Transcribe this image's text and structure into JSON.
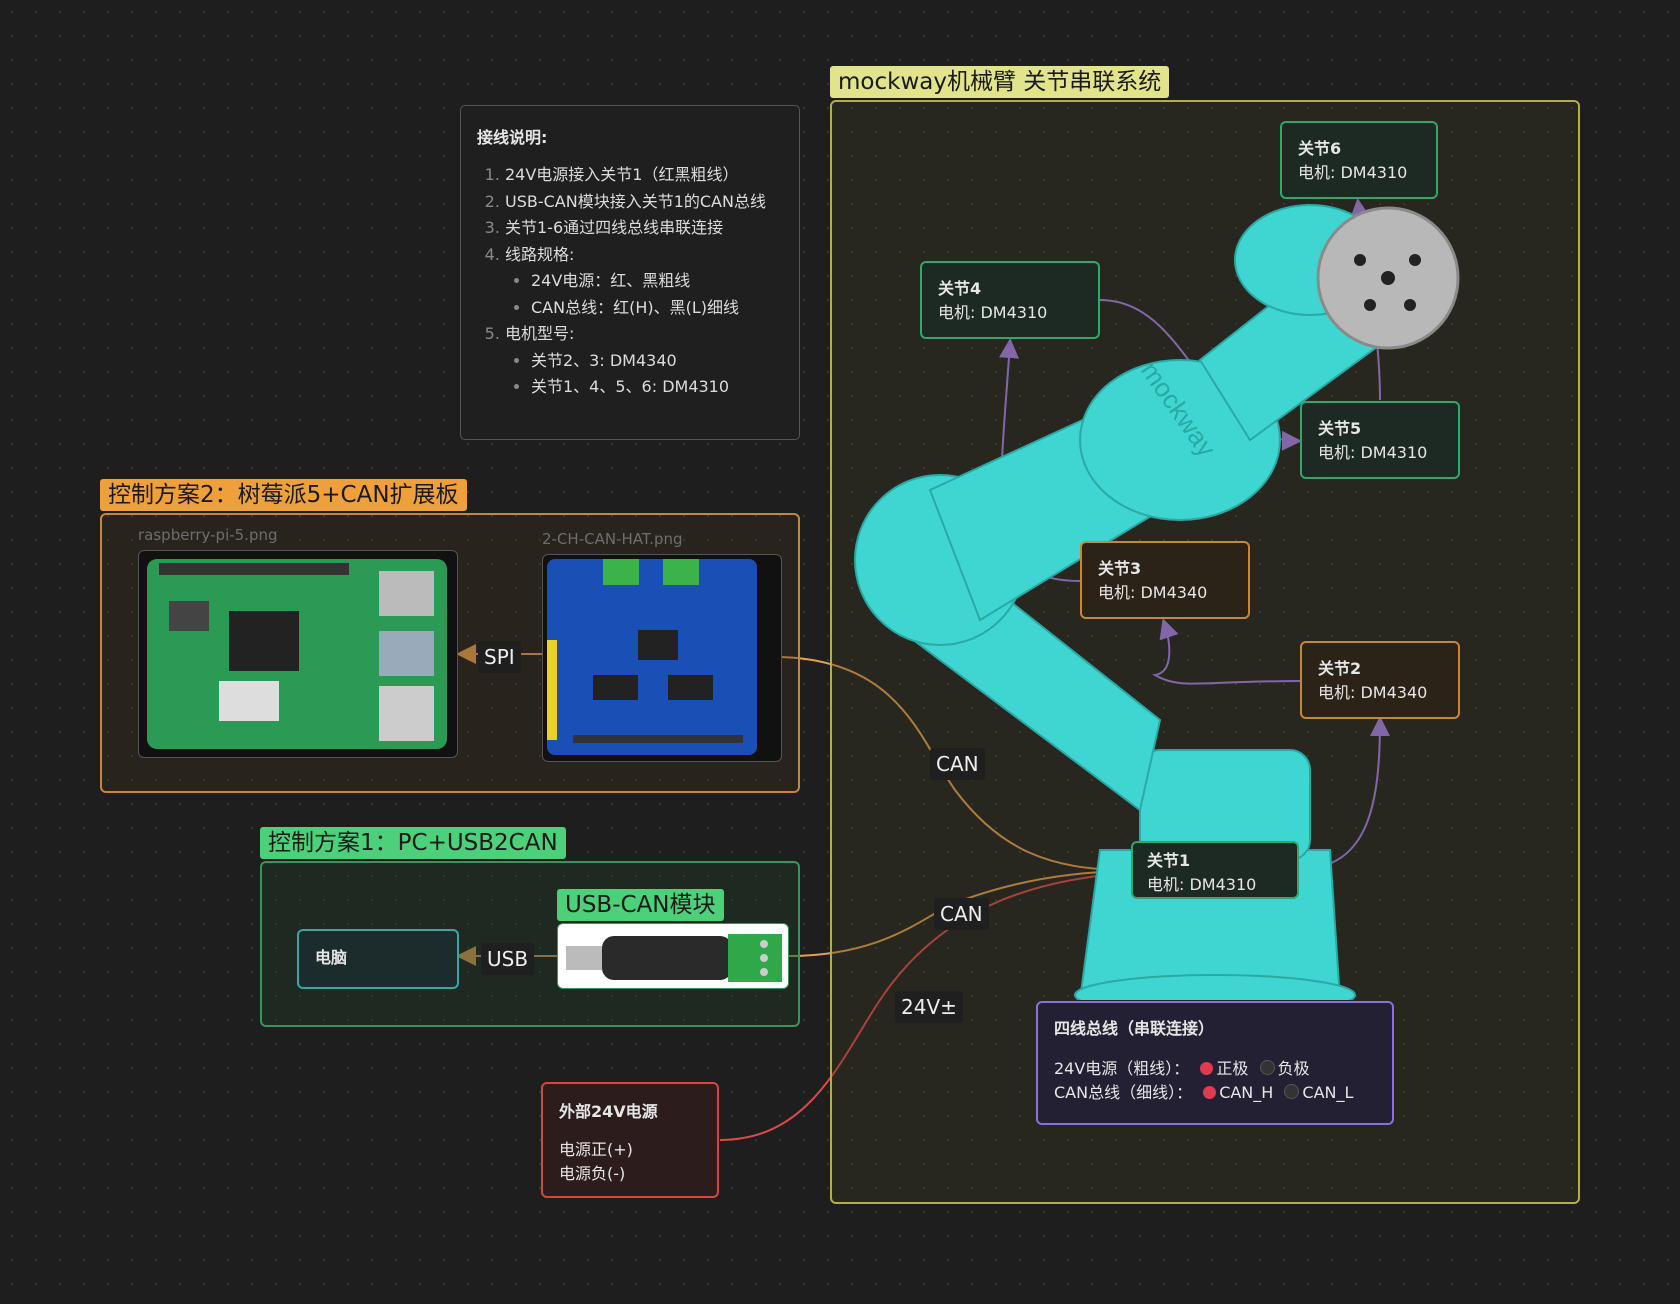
{
  "notes": {
    "title": "接线说明:",
    "items": [
      "24V电源接入关节1（红黑粗线）",
      "USB-CAN模块接入关节1的CAN总线",
      "关节1-6通过四线总线串联连接",
      "线路规格:",
      "电机型号:"
    ],
    "spec_sub": [
      "24V电源：红、黑粗线",
      "CAN总线：红(H)、黑(L)细线"
    ],
    "motor_sub": [
      "关节2、3: DM4340",
      "关节1、4、5、6: DM4310"
    ]
  },
  "groups": {
    "arm": "mockway机械臂 关节串联系统",
    "rpi": "控制方案2：树莓派5+CAN扩展板",
    "pc": "控制方案1：PC+USB2CAN"
  },
  "images": {
    "rpi_file": "raspberry-pi-5.png",
    "hat_file": "2-CH-CAN-HAT.png",
    "arm_logo": "mockway"
  },
  "joints": [
    {
      "name": "关节1",
      "motor": "电机: DM4310"
    },
    {
      "name": "关节2",
      "motor": "电机: DM4340"
    },
    {
      "name": "关节3",
      "motor": "电机: DM4340"
    },
    {
      "name": "关节4",
      "motor": "电机: DM4310"
    },
    {
      "name": "关节5",
      "motor": "电机: DM4310"
    },
    {
      "name": "关节6",
      "motor": "电机: DM4310"
    }
  ],
  "pc": {
    "name": "电脑",
    "usbcan_title": "USB-CAN模块"
  },
  "power": {
    "title": "外部24V电源",
    "pos": "电源正(+)",
    "neg": "电源负(-)"
  },
  "bus": {
    "title": "四线总线（串联连接）",
    "row1_label": "24V电源（粗线）：",
    "row1_a": "正极",
    "row1_b": "负极",
    "row2_label": "CAN总线（细线）：",
    "row2_a": "CAN_H",
    "row2_b": "CAN_L"
  },
  "edge_labels": {
    "spi": "SPI",
    "can1": "CAN",
    "can2": "CAN",
    "usb": "USB",
    "v24": "24V±"
  },
  "colors": {
    "arm_border": "#b5ad45",
    "arm_title_bg": "#e2e48c",
    "rpi_border": "#c88736",
    "rpi_title_bg": "#f0a03a",
    "pc_border": "#2f9a5c",
    "pc_title_bg": "#4cd07a",
    "can_edge": "#e6a04e",
    "power_edge": "#e04848",
    "bus_edge": "#a87ff0",
    "joint_green": "#2fa86a",
    "joint_orange": "#c88736"
  }
}
